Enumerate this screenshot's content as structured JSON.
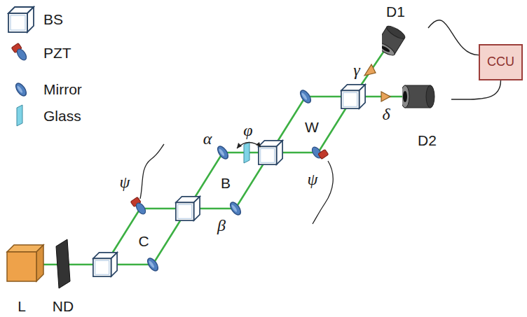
{
  "diagram": {
    "nodes": [
      {
        "text": [
          "D1"
        ]
      },
      {
        "text": [
          "D2"
        ]
      },
      {
        "text": [
          "CCU"
        ]
      }
    ],
    "edges": [
      {
        "from": 0,
        "to": 2,
        "arrow": "none"
      },
      {
        "from": 1,
        "to": 2,
        "arrow": "none"
      }
    ],
    "labels": [
      "L",
      "ND",
      "C",
      "ψ",
      "α",
      "β",
      "B",
      "φ",
      "W",
      "ψ",
      "γ",
      "δ"
    ],
    "legend": [
      {
        "text": "BS"
      },
      {
        "text": "PZT"
      },
      {
        "text": "Mirror"
      },
      {
        "text": "Glass"
      }
    ]
  }
}
